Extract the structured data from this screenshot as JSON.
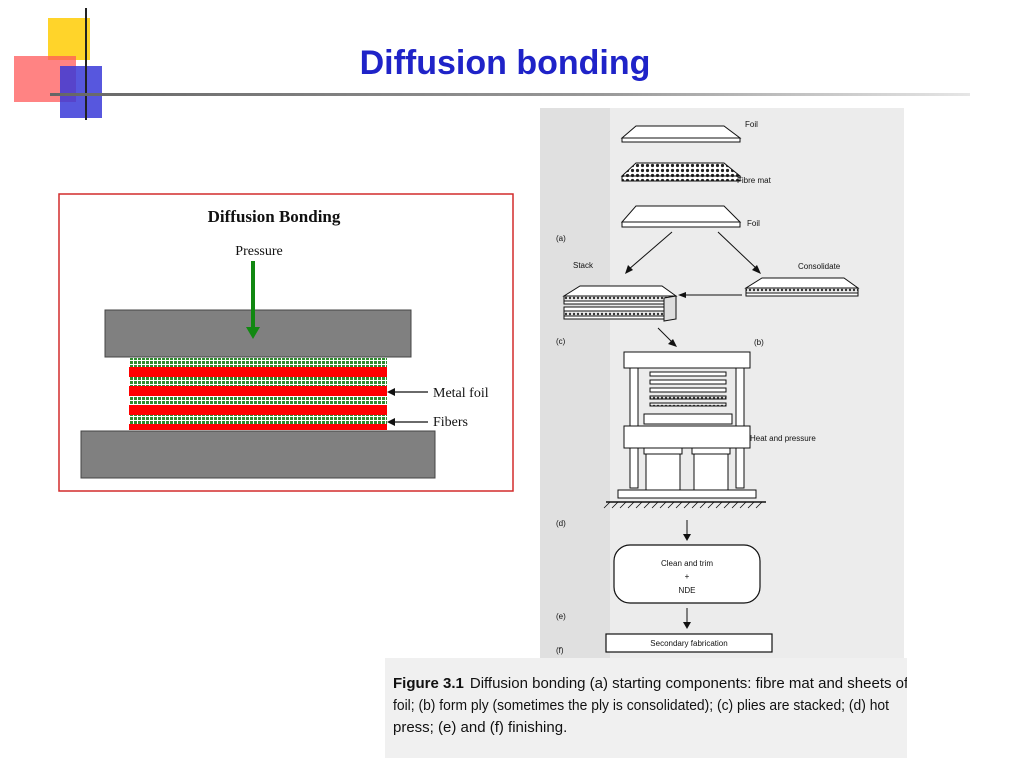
{
  "slide": {
    "title": "Diffusion bonding"
  },
  "left_figure": {
    "heading": "Diffusion Bonding",
    "pressure_label": "Pressure",
    "metal_foil_label": "Metal foil",
    "fibers_label": "Fibers",
    "colors": {
      "foil": "#ff0000",
      "fibers": "#2e8b2e",
      "platen": "#808080",
      "arrow": "#118811",
      "border": "#d22b2b"
    }
  },
  "right_figure": {
    "foil_top": "Foil",
    "fibre_mat": "Fibre mat",
    "foil_bottom": "Foil",
    "step_a": "(a)",
    "stack": "Stack",
    "consolidate": "Consolidate",
    "step_c": "(c)",
    "step_b": "(b)",
    "heat_and_pressure": "Heat and pressure",
    "step_d": "(d)",
    "clean_and_trim": "Clean and trim",
    "plus": "+",
    "nde": "NDE",
    "step_e": "(e)",
    "secondary_fabrication": "Secondary fabrication",
    "step_f": "(f)"
  },
  "caption": {
    "figure_label": "Figure 3.1",
    "line1": "Diffusion bonding (a) starting components: fibre mat and sheets of",
    "line2": "foil; (b) form ply (sometimes the ply is consolidated); (c) plies are stacked; (d) hot",
    "line3": "press; (e) and (f) finishing."
  }
}
